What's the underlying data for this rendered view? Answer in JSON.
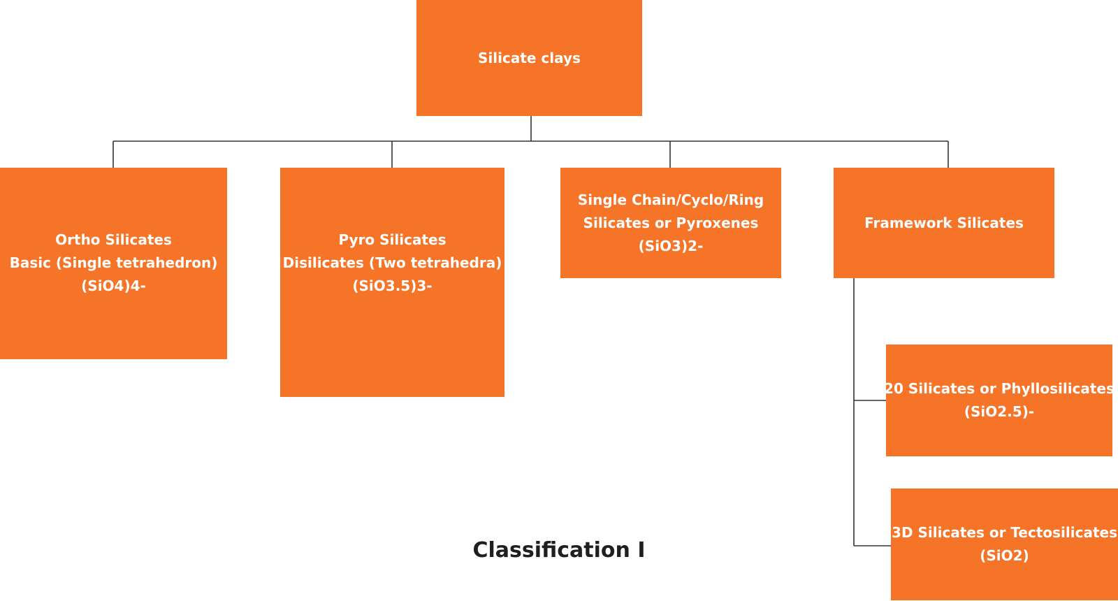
{
  "diagram": {
    "root": {
      "label": "Silicate clays"
    },
    "children": [
      {
        "lines": [
          "Ortho Silicates",
          "Basic (Single tetrahedron)",
          "(SiO4)4-"
        ]
      },
      {
        "lines": [
          "Pyro Silicates",
          "Disilicates (Two tetrahedra)",
          "(SiO3.5)3-"
        ]
      },
      {
        "lines": [
          "Single Chain/Cyclo/Ring",
          "Silicates or Pyroxenes",
          "(SiO3)2-"
        ]
      },
      {
        "lines": [
          "Framework Silicates"
        ]
      }
    ],
    "framework_children": [
      {
        "lines": [
          "20 Silicates or Phyllosilicates",
          "(SiO2.5)-"
        ]
      },
      {
        "lines": [
          "3D Silicates or Tectosilicates",
          "(SiO2)"
        ]
      }
    ],
    "caption": "Classification I"
  },
  "colors": {
    "node_fill": "#f57428",
    "node_text": "#ffffff",
    "connector": "#333333",
    "caption_text": "#1f1f1f"
  }
}
